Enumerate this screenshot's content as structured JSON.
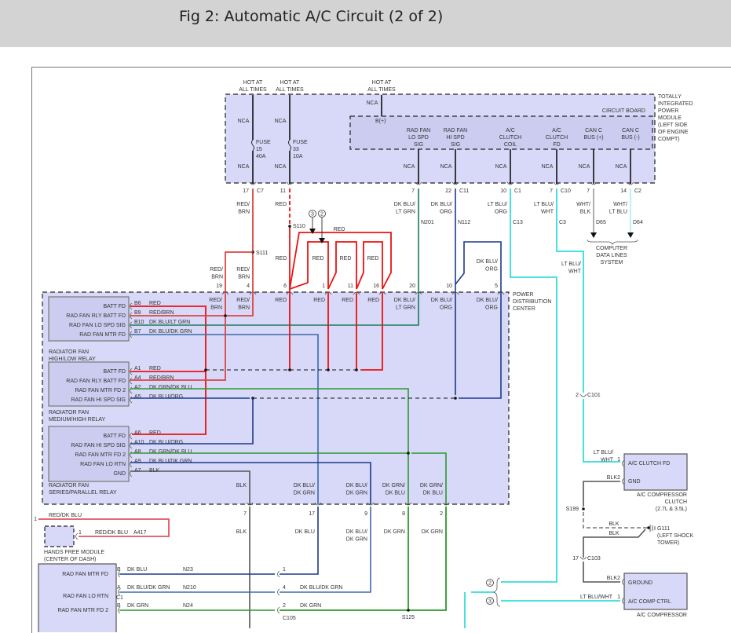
{
  "header": {
    "title": "Fig 2: Automatic A/C Circuit (2 of 2)"
  },
  "colors": {
    "red": "#ee1111",
    "red_brn": "#dd4444",
    "dk_blu": "#1a3a8a",
    "dk_grn": "#2a9a2a",
    "lt_blu": "#33dddd",
    "blk": "#555555",
    "module_fill": "#d8d8f8",
    "header_bg": "#d3d3d3"
  },
  "tipm": {
    "title_lines": [
      "TOTALLY",
      "INTEGRATED",
      "POWER",
      "MODULE",
      "(LEFT SIDE",
      "OF ENGINE",
      "COMPT)"
    ],
    "circuit_board": "CIRCUIT BOARD",
    "hot1": [
      "HOT AT",
      "ALL TIMES"
    ],
    "hot2": [
      "HOT AT",
      "ALL TIMES"
    ],
    "hot3": [
      "HOT AT",
      "ALL TIMES"
    ],
    "nca": "NCA",
    "bplus": "B(+)",
    "fuse1": [
      "FUSE",
      "15",
      "40A"
    ],
    "fuse2": [
      "FUSE",
      "33",
      "10A"
    ],
    "pins": [
      {
        "label": [
          "RAD FAN",
          "LO SPD",
          "SIG"
        ]
      },
      {
        "label": [
          "RAD FAN",
          "HI SPD",
          "SIG"
        ]
      },
      {
        "label": [
          "A/C",
          "CLUTCH",
          "COIL"
        ]
      },
      {
        "label": [
          "A/C",
          "CLUTCH",
          "FD"
        ]
      },
      {
        "label": [
          "CAN C",
          "BUS (+)"
        ]
      },
      {
        "label": [
          "CAN C",
          "BUS (-)"
        ]
      }
    ],
    "connectors": [
      {
        "pin": "17",
        "conn": "C7"
      },
      {
        "pin": "11",
        "conn": ""
      },
      {
        "pin": "7",
        "conn": ""
      },
      {
        "pin": "22",
        "conn": "C11"
      },
      {
        "pin": "10",
        "conn": "C1"
      },
      {
        "pin": "7",
        "conn": "C10"
      },
      {
        "pin": "7",
        "conn": ""
      },
      {
        "pin": "14",
        "conn": "C2"
      }
    ]
  },
  "wires_top": {
    "w1": [
      "RED/",
      "BRN"
    ],
    "w2": "RED",
    "w3": [
      "DK BLU/",
      "LT GRN"
    ],
    "w4": [
      "DK BLU/",
      "ORG"
    ],
    "w5": [
      "LT BLU/",
      "ORG"
    ],
    "w6": [
      "LT BLU/",
      "WHT"
    ],
    "w7": [
      "WHT/",
      "BLK"
    ],
    "w8": [
      "WHT/",
      "LT BLU"
    ],
    "n201": "N201",
    "n112": "N112",
    "c13": "C13",
    "c3": "C3",
    "d65": "D65",
    "d64": "D64",
    "s110": "S110",
    "s111": "S111",
    "red": "RED",
    "ref2": "2",
    "ref3": "3",
    "cdl": [
      "COMPUTER",
      "DATA LINES",
      "SYSTEM"
    ],
    "ltblu_wht": [
      "LT BLU/",
      "WHT"
    ],
    "dkblu_org": [
      "DK BLU/",
      "ORG"
    ],
    "red_brn": [
      "RED/",
      "BRN"
    ]
  },
  "pdc": {
    "title": [
      "POWER",
      "DISTRIBUTION",
      "CENTER"
    ],
    "top_pins": [
      "19",
      "4",
      "6",
      "1",
      "11",
      "16",
      "20",
      "10",
      "5"
    ],
    "top_wires": [
      [
        "RED/",
        "BRN"
      ],
      [
        "RED/",
        "BRN"
      ],
      [
        "RED"
      ],
      [
        "RED"
      ],
      [
        "RED"
      ],
      [
        "RED"
      ],
      [
        "DK BLU/",
        "LT GRN"
      ],
      [
        "DK BLU/",
        "ORG"
      ],
      [
        "DK BLU/",
        "ORG"
      ]
    ],
    "relays": [
      {
        "name": [
          "RADIATOR FAN",
          "HIGH/LOW RELAY"
        ],
        "pins": [
          {
            "label": "BATT FD",
            "pin": "B6",
            "wire": "RED"
          },
          {
            "label": "RAD FAN RLY BATT FD",
            "pin": "B9",
            "wire": "RED/BRN"
          },
          {
            "label": "RAD FAN LO SPD SIG",
            "pin": "B10",
            "wire": "DK BLU/LT GRN"
          },
          {
            "label": "RAD FAN MTR FD",
            "pin": "B7",
            "wire": "DK BLU/DK GRN"
          }
        ]
      },
      {
        "name": [
          "RADIATOR FAN",
          "MEDIUM/HIGH RELAY"
        ],
        "pins": [
          {
            "label": "BATT FD",
            "pin": "A1",
            "wire": "RED"
          },
          {
            "label": "RAD FAN RLY BATT FD",
            "pin": "A4",
            "wire": "RED/BRN"
          },
          {
            "label": "RAD FAN MTR FD 2",
            "pin": "A2",
            "wire": "DK GRN/DK BLU"
          },
          {
            "label": "RAD FAN HI SPD SIG",
            "pin": "A5",
            "wire": "DK BLU/ORG"
          }
        ]
      },
      {
        "name": [
          "RADIATOR FAN",
          "SERIES/PARALLEL RELAY"
        ],
        "pins": [
          {
            "label": "BATT FD",
            "pin": "A6",
            "wire": "RED"
          },
          {
            "label": "RAD FAN HI SPD SIG",
            "pin": "A10",
            "wire": "DK BLU/ORG"
          },
          {
            "label": "RAD FAN MTR FD 2",
            "pin": "A8",
            "wire": "DK GRN/DK BLU"
          },
          {
            "label": "RAD FAN LO RTN",
            "pin": "A9",
            "wire": "DK BLU/DK GRN"
          },
          {
            "label": "GND",
            "pin": "A7",
            "wire": "BLK"
          }
        ]
      }
    ],
    "bottom_wires": [
      [
        "BLK"
      ],
      [
        "DK BLU/",
        "DK GRN"
      ],
      [
        "DK BLU/",
        "DK GRN"
      ],
      [
        "DK GRN/",
        "DK BLU"
      ],
      [
        "DK GRN/",
        "DK BLU"
      ]
    ],
    "bottom_pins": [
      "7",
      "17",
      "9",
      "8",
      "2"
    ],
    "below_wires": [
      [
        "BLK"
      ],
      [
        "DK BLU"
      ],
      [
        "DK BLU/",
        "DK GRN"
      ],
      [
        "DK GRN"
      ],
      [
        "DK GRN"
      ]
    ]
  },
  "hfm": {
    "name": [
      "HANDS FREE MODULE",
      "(CENTER OF DASH)"
    ],
    "wire_top": "RED/DK BLU",
    "pin_top": "1",
    "pin": "1",
    "wire": "RED/DK BLU",
    "circuit": "A417"
  },
  "fan_motor": {
    "pins": [
      {
        "label": "RAD FAN MTR FD",
        "pin": "B",
        "wire": "DK BLU",
        "circuit": "N23",
        "c105": "1"
      },
      {
        "label": "RAD FAN LO RTN",
        "pin": "A",
        "wire": "DK BLU/DK GRN",
        "circuit": "N210",
        "c105": "4"
      },
      {
        "label": "RAD FAN MTR FD 2",
        "pin": "B",
        "wire": "DK GRN",
        "circuit": "N24",
        "c105": "2"
      }
    ],
    "c1": "C1",
    "c105": "C105",
    "c105_w4": "DK BLU/DK GRN",
    "c105_w2": "DK GRN",
    "s125": "S125"
  },
  "clutch": {
    "name": [
      "A/C COMPRESSOR",
      "CLUTCH",
      "(2.7L & 3.5L)"
    ],
    "pins": [
      {
        "label": "A/C CLUTCH FD",
        "pin": "1",
        "wire": [
          "LT BLU/",
          "WHT"
        ]
      },
      {
        "label": "GND",
        "pin": "2",
        "wire": "BLK"
      }
    ],
    "c101_pin": "2",
    "c101": "C101",
    "s199": "S199",
    "blk1": "BLK",
    "blk2": "BLK",
    "g111": [
      "G111",
      "(LEFT SHOCK",
      "TOWER)"
    ],
    "c103_pin": "17",
    "c103": "C103"
  },
  "compressor": {
    "name": "A/C COMPRESSOR",
    "pins": [
      {
        "label": "GROUND",
        "pin": "2",
        "wire": "BLK"
      },
      {
        "label": "A/C COMP CTRL",
        "pin": "1",
        "wire": "LT BLU/WHT"
      }
    ],
    "ref2": "2",
    "ref3": "3"
  }
}
